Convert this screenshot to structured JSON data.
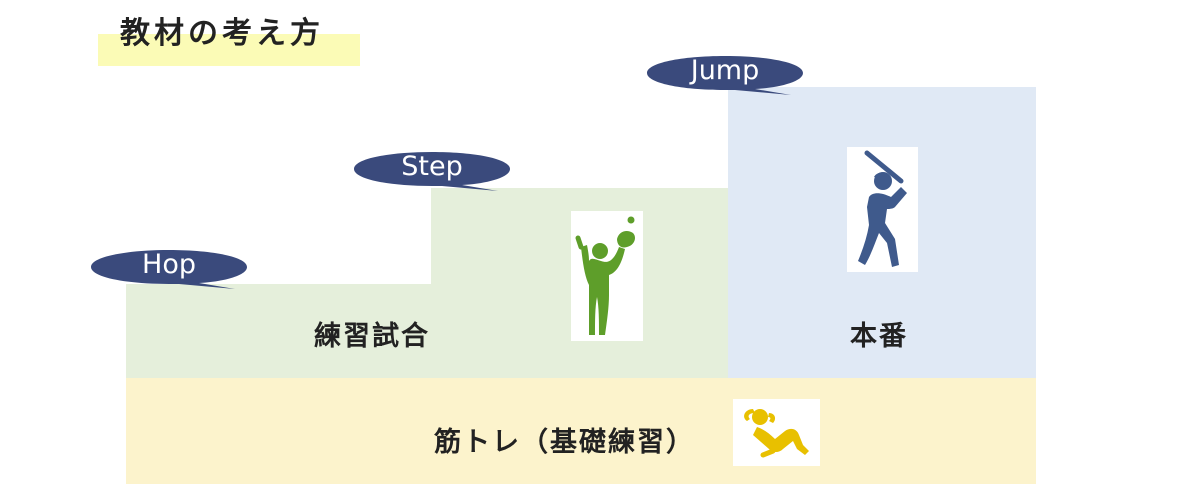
{
  "title": "教材の考え方",
  "stages": {
    "hop": "Hop",
    "step": "Step",
    "jump": "Jump"
  },
  "labels": {
    "practice": "練習試合",
    "real": "本番",
    "base": "筋トレ（基礎練習）"
  },
  "icons": {
    "practice": "baseball-catcher-icon",
    "real": "baseball-batter-icon",
    "base": "sit-up-exercise-icon"
  },
  "colors": {
    "bubble": "#3a4a7c",
    "base_block": "#fcf3cc",
    "green_block": "#e5efdb",
    "blue_block": "#e0e9f5",
    "green_icon": "#5e9e2a",
    "blue_icon": "#3f5a8c",
    "yellow_icon": "#e8c000",
    "title_highlight": "#fbfbb6"
  }
}
